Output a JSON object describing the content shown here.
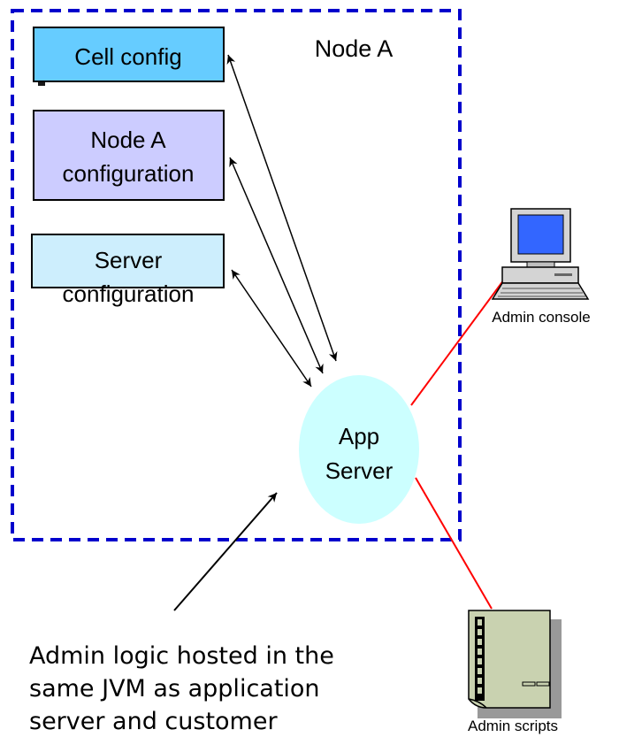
{
  "node": {
    "label": "Node A"
  },
  "boxes": {
    "cell": {
      "label": "Cell config",
      "color": "#66ccff"
    },
    "node": {
      "line1": "Node A",
      "line2": "configuration",
      "color": "#ccccff"
    },
    "server": {
      "line1": "Server",
      "line2": "configuration",
      "color": "#cdeefd"
    }
  },
  "app_server": {
    "line1": "App",
    "line2": "Server",
    "color": "#ccffff"
  },
  "computer": {
    "label": "Admin console"
  },
  "scripts": {
    "label": "Admin scripts"
  },
  "caption": {
    "line1": "Admin logic hosted in the",
    "line2": "same JVM as application",
    "line3": "server and customer"
  },
  "colors": {
    "dashed_border": "#0000cc",
    "link_line": "#ff0000",
    "arrow": "#000000"
  }
}
